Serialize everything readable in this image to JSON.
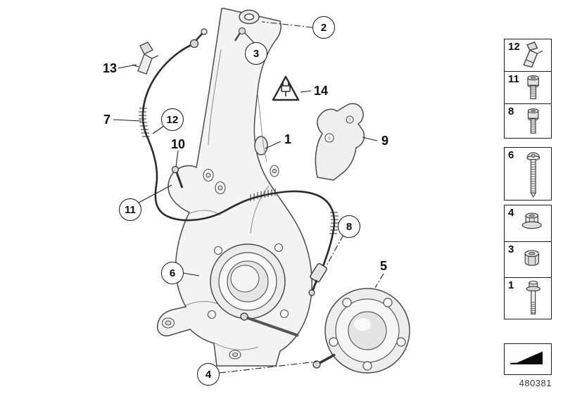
{
  "diagram": {
    "doc_number": "480381",
    "callouts": [
      {
        "id": "2",
        "circled": true
      },
      {
        "id": "3",
        "circled": true
      },
      {
        "id": "13",
        "circled": false
      },
      {
        "id": "14",
        "circled": false
      },
      {
        "id": "7",
        "circled": false
      },
      {
        "id": "12",
        "circled": true
      },
      {
        "id": "10",
        "circled": false
      },
      {
        "id": "1",
        "circled": false
      },
      {
        "id": "9",
        "circled": false
      },
      {
        "id": "11",
        "circled": true
      },
      {
        "id": "8",
        "circled": true
      },
      {
        "id": "6",
        "circled": true
      },
      {
        "id": "5",
        "circled": false
      },
      {
        "id": "4",
        "circled": true
      }
    ]
  },
  "legend": {
    "items": [
      {
        "label": "12",
        "icon": "retaining-clip-icon"
      },
      {
        "label": "11",
        "icon": "socket-head-screw-icon"
      },
      {
        "label": "8",
        "icon": "socket-head-screw-icon"
      },
      {
        "label": "6",
        "icon": "pan-head-screw-icon"
      },
      {
        "label": "4",
        "icon": "flange-nut-icon"
      },
      {
        "label": "3",
        "icon": "hex-nut-icon"
      },
      {
        "label": "1",
        "icon": "hex-flange-bolt-icon"
      }
    ],
    "footer_icon": "direction-arrow-icon"
  }
}
